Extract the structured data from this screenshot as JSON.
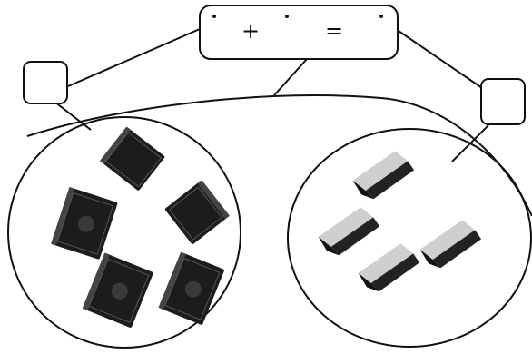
{
  "equation": {
    "plus_sign": "+",
    "equals_sign": "="
  },
  "groups": {
    "left": {
      "object": "book",
      "count": 5
    },
    "right": {
      "object": "eraser",
      "count": 4
    }
  },
  "colors": {
    "line": "#111111",
    "book": "#1c1c1c",
    "eraser_body": "#222222",
    "eraser_top": "#cfcfcf"
  }
}
